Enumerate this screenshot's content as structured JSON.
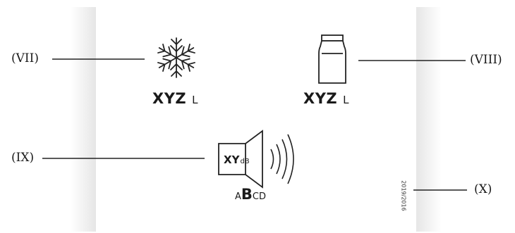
{
  "labels": {
    "vii": "(VII)",
    "viii": "(VIII)",
    "ix": "(IX)",
    "x": "(X)"
  },
  "freezer": {
    "value": "XYZ",
    "unit": "L",
    "icon": "snowflake-icon"
  },
  "fridge": {
    "value": "XYZ",
    "unit": "L",
    "icon": "milk-carton-icon"
  },
  "noise": {
    "value": "XY",
    "unit": "dB",
    "icon": "speaker-icon",
    "classes": {
      "pre": "A",
      "active": "B",
      "post": "CD"
    }
  },
  "regulation": "2019/2016"
}
